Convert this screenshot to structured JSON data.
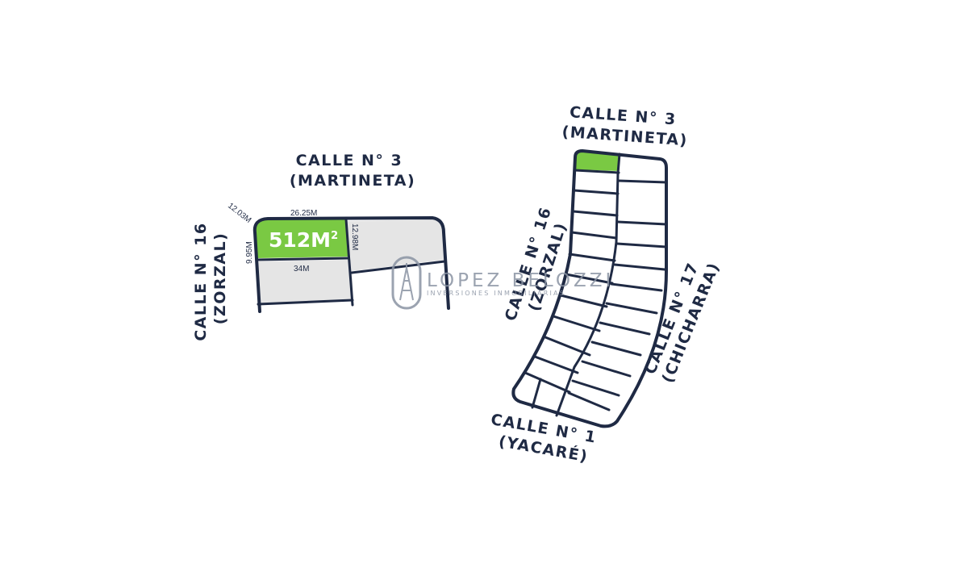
{
  "colors": {
    "ink": "#1f2a44",
    "highlight_lot": "#7ac943",
    "other_lots": "#e5e5e5",
    "watermark": "#8a93a3"
  },
  "left_block": {
    "street_top_line1": "CALLE N° 3",
    "street_top_line2": "(MARTINETA)",
    "street_left_line1": "CALLE N° 16",
    "street_left_line2": "(ZORZAL)",
    "highlighted_lot": {
      "area_value": "512M",
      "area_unit_sup": "2",
      "dim_top": "26.25M",
      "dim_corner": "12.03M",
      "dim_left": "9.95M",
      "dim_right": "12.98M",
      "dim_bottom": "34M"
    }
  },
  "right_block": {
    "street_top_line1": "CALLE N° 3",
    "street_top_line2": "(MARTINETA)",
    "street_left_line1": "CALLE N° 16",
    "street_left_line2": "(ZORZAL)",
    "street_right_line1": "CALLE N° 17",
    "street_right_line2": "(CHICHARRA)",
    "street_bottom_line1": "CALLE N° 1",
    "street_bottom_line2": "(YACARÉ)"
  },
  "watermark": {
    "logo_icon": "tower-icon",
    "name": "LOPEZ BELOZZI",
    "tagline": "INVERSIONES INMOBILIARIAS"
  }
}
